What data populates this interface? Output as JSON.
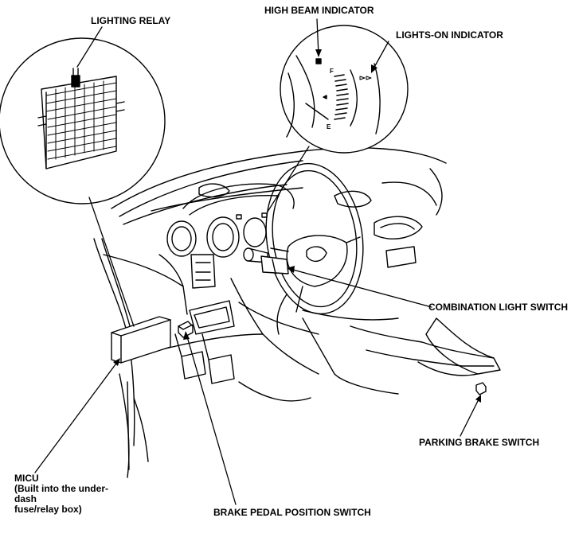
{
  "labels": {
    "lighting_relay": "LIGHTING RELAY",
    "high_beam_indicator": "HIGH BEAM INDICATOR",
    "lights_on_indicator": "LIGHTS-ON INDICATOR",
    "combination_light_switch": "COMBINATION LIGHT SWITCH",
    "parking_brake_switch": "PARKING BRAKE SWITCH",
    "micu_title": "MICU",
    "micu_line2": "(Built into the under-dash",
    "micu_line3": "fuse/relay box)",
    "brake_pedal_position_switch": "BRAKE PEDAL POSITION SWITCH"
  },
  "gauge": {
    "full_mark": "F",
    "empty_mark": "E"
  }
}
